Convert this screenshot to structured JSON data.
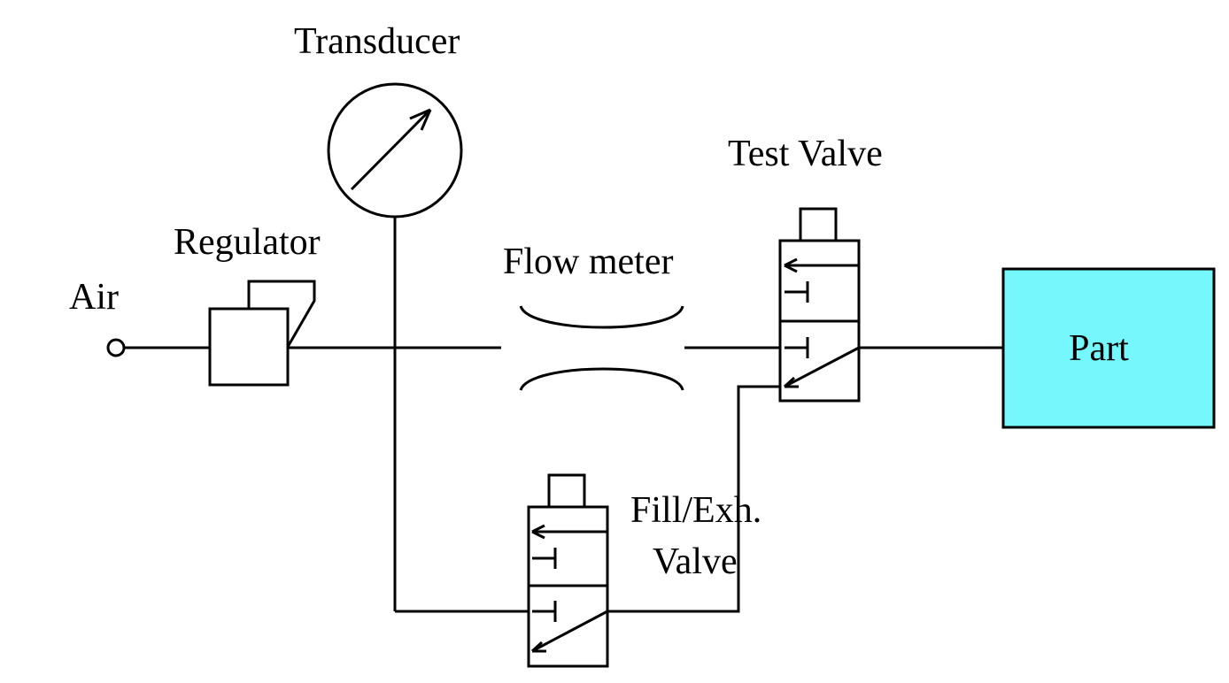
{
  "labels": {
    "transducer": "Transducer",
    "regulator": "Regulator",
    "air": "Air",
    "flow_meter": "Flow meter",
    "test_valve": "Test Valve",
    "part": "Part",
    "fill_exh_line1": "Fill/Exh.",
    "fill_exh_line2": "Valve"
  },
  "colors": {
    "line": "#000000",
    "part_fill": "#75f7fb",
    "background": "#ffffff"
  }
}
